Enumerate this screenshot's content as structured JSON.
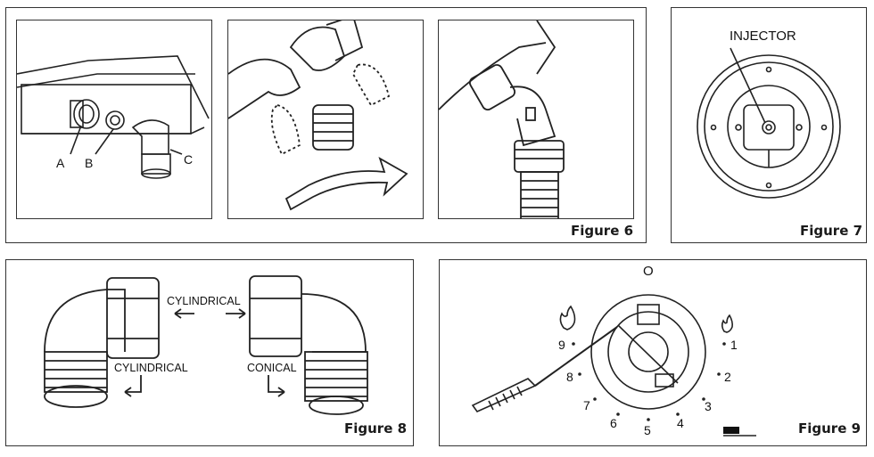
{
  "figures": {
    "fig6": {
      "caption": "Figure 6",
      "labels": {
        "a": "A",
        "b": "B",
        "c": "C"
      }
    },
    "fig7": {
      "caption": "Figure 7",
      "label": "INJECTOR"
    },
    "fig8": {
      "caption": "Figure 8",
      "labels": {
        "top": "CYLINDRICAL",
        "bottom_left": "CYLINDRICAL",
        "bottom_right": "CONICAL"
      }
    },
    "fig9": {
      "caption": "Figure 9",
      "off_symbol": "O",
      "dial_numbers": [
        "1",
        "2",
        "3",
        "4",
        "5",
        "6",
        "7",
        "8",
        "9"
      ]
    }
  }
}
